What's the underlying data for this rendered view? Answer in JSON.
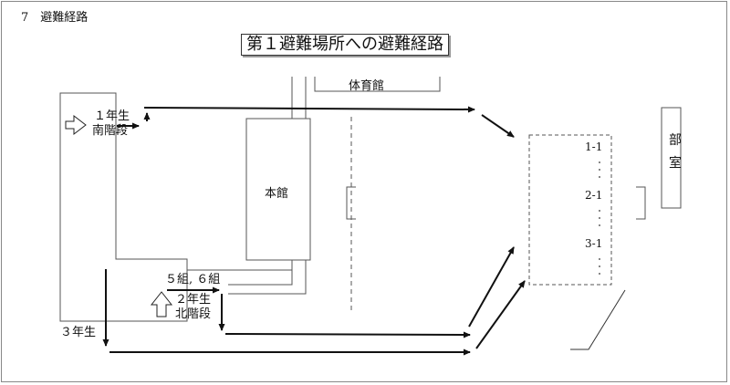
{
  "section_heading": "7　避難経路",
  "title": "第１避難場所への避難経路",
  "labels": {
    "gym": "体育館",
    "main_building": "本館",
    "club_room_1": "部",
    "club_room_2": "室",
    "grade1": "１年生",
    "south_stairs": "南階段",
    "class_5_6": "５組, ６組",
    "grade2": "２年生",
    "north_stairs": "北階段",
    "grade3": "３年生"
  },
  "assembly_area": {
    "classes": [
      "1-1",
      "2-1",
      "3-1"
    ]
  }
}
